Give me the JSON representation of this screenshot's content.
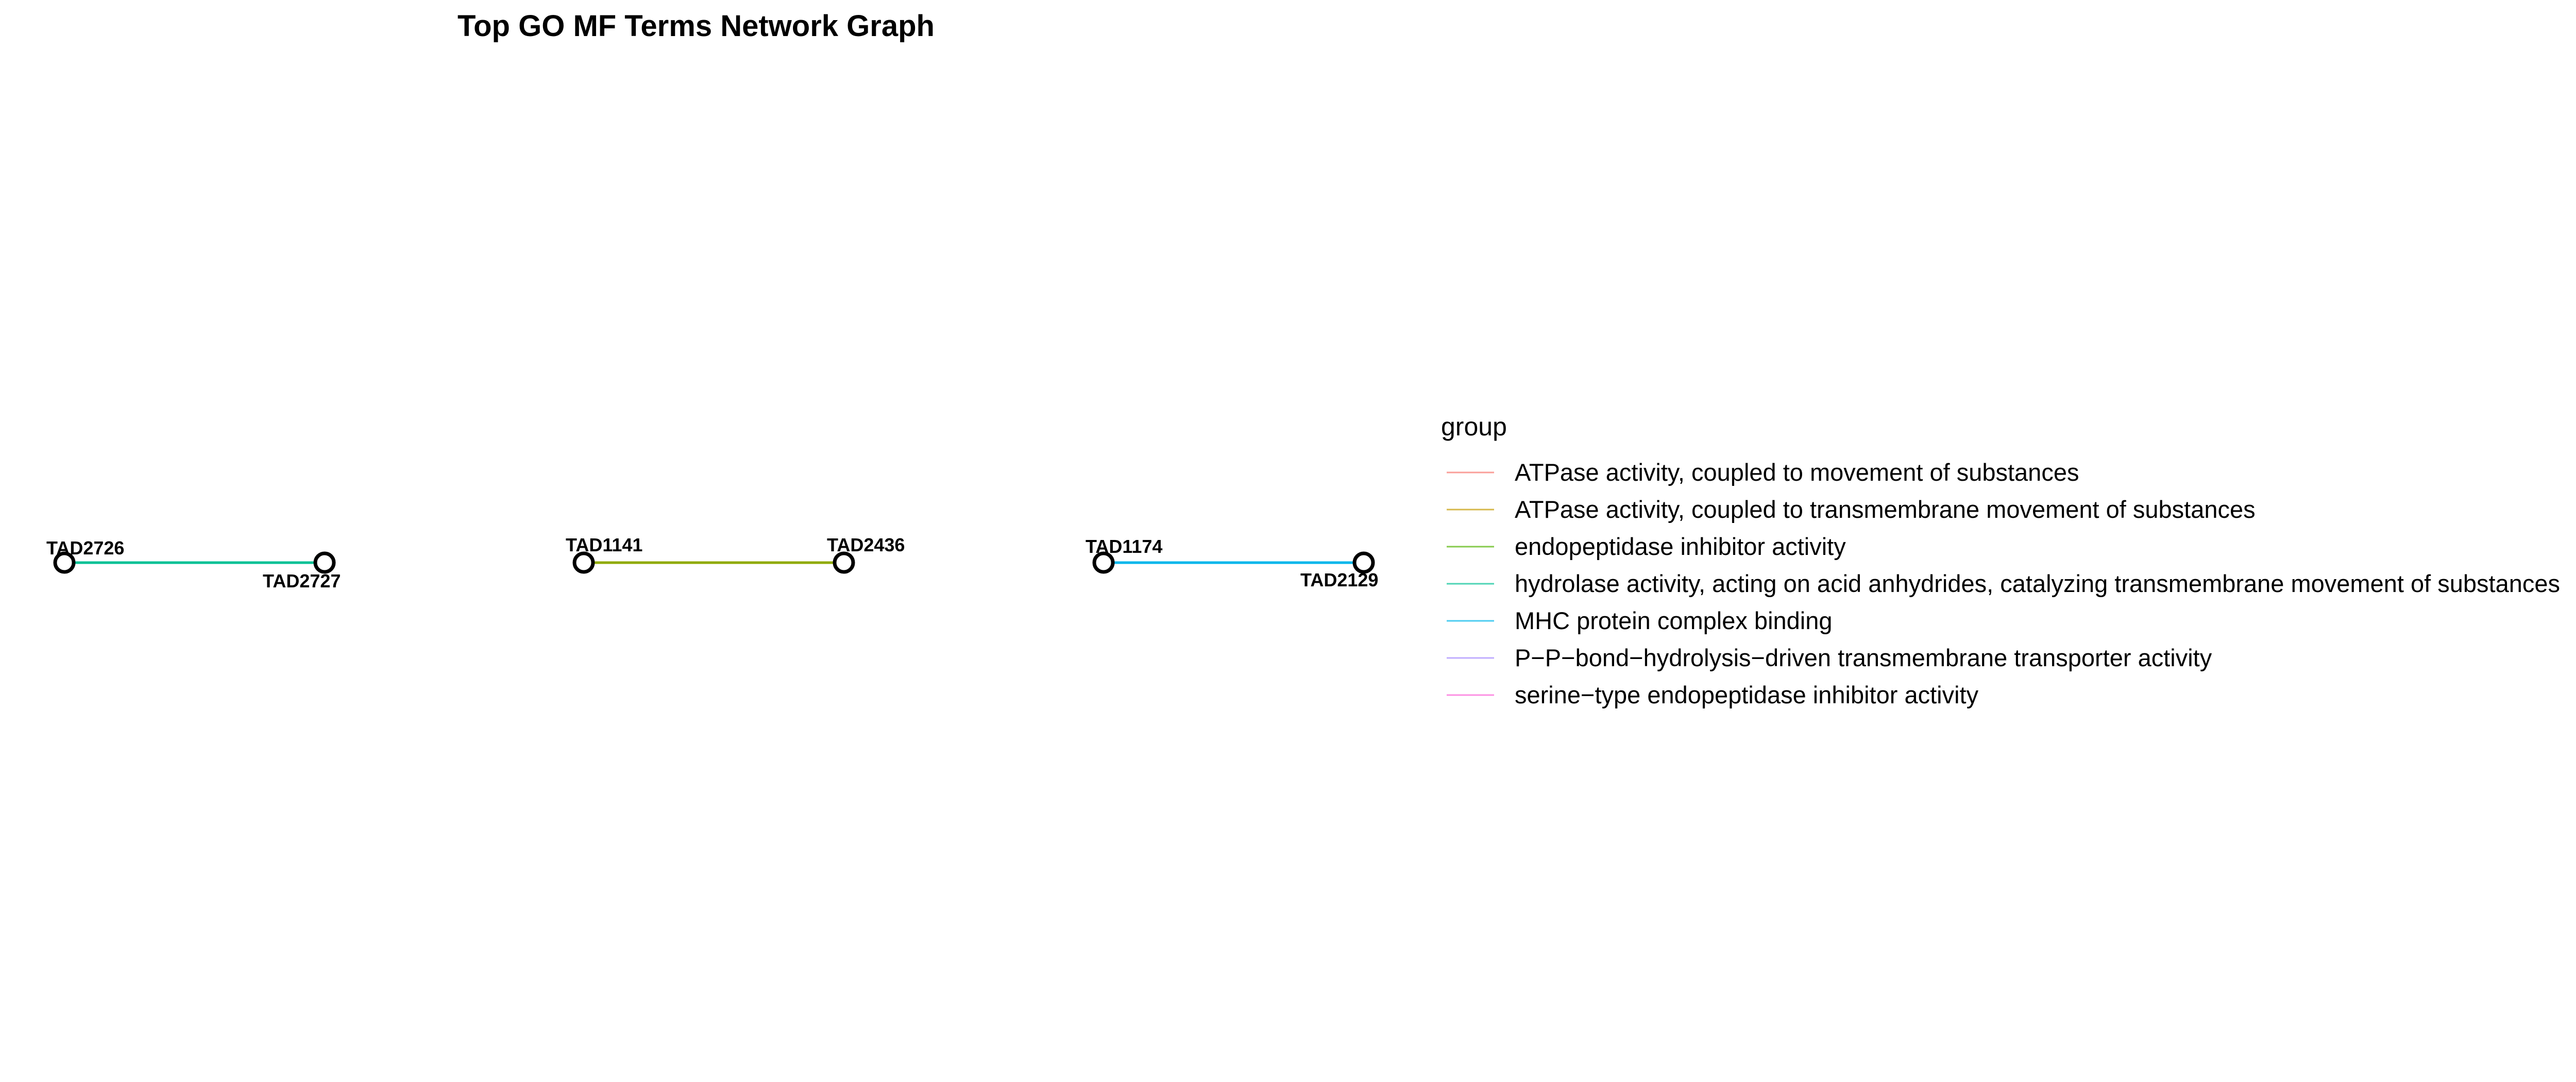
{
  "title": "Top GO MF Terms Network Graph",
  "legend": {
    "title": "group",
    "items": [
      {
        "label": "ATPase activity, coupled to movement of substances",
        "color": "#F8766D"
      },
      {
        "label": "ATPase activity, coupled to transmembrane movement of substances",
        "color": "#C49A00"
      },
      {
        "label": "endopeptidase inhibitor activity",
        "color": "#53B400"
      },
      {
        "label": "hydrolase activity, acting on acid anhydrides, catalyzing transmembrane movement of substances",
        "color": "#00C094"
      },
      {
        "label": "MHC protein complex binding",
        "color": "#00B6EB"
      },
      {
        "label": "P−P−bond−hydrolysis−driven transmembrane transporter activity",
        "color": "#A58AFF"
      },
      {
        "label": "serine−type endopeptidase inhibitor activity",
        "color": "#FB61D7"
      }
    ]
  },
  "graph": {
    "nodes": [
      "TAD2726",
      "TAD2727",
      "TAD1141",
      "TAD2436",
      "TAD1174",
      "TAD2129"
    ],
    "edges": [
      {
        "source": "TAD2726",
        "target": "TAD2727",
        "color": "#00C094"
      },
      {
        "source": "TAD1141",
        "target": "TAD2436",
        "color": "#8FAA00"
      },
      {
        "source": "TAD1174",
        "target": "TAD2129",
        "color": "#00B6EB"
      }
    ]
  }
}
